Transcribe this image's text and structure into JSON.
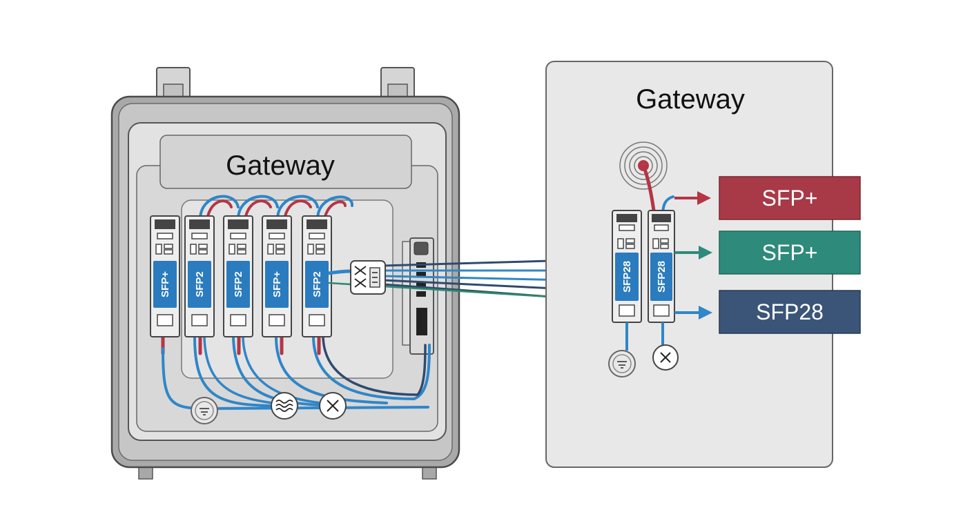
{
  "left_panel": {
    "title": "Gateway",
    "modules": [
      {
        "label": "SFP+"
      },
      {
        "label": "SFP2"
      },
      {
        "label": "SFP2"
      },
      {
        "label": "SFP+"
      },
      {
        "label": "SFP2"
      }
    ]
  },
  "right_panel": {
    "title": "Gateway",
    "modules": [
      {
        "label": "SFP28"
      },
      {
        "label": "SFP28"
      }
    ]
  },
  "badges": [
    {
      "label": "SFP+",
      "color": "#a83a48"
    },
    {
      "label": "SFP+",
      "color": "#2e8a7a"
    },
    {
      "label": "SFP28",
      "color": "#3a5578"
    }
  ],
  "colors": {
    "cable_blue": "#2f86c8",
    "cable_red": "#b53545",
    "cable_green": "#2e8a6e",
    "cable_navy": "#2f4a6e",
    "module_label_bg": "#2b7bbf"
  },
  "icons": [
    "ground-icon",
    "wave-icon",
    "close-icon",
    "target-icon",
    "arrow-icon"
  ]
}
